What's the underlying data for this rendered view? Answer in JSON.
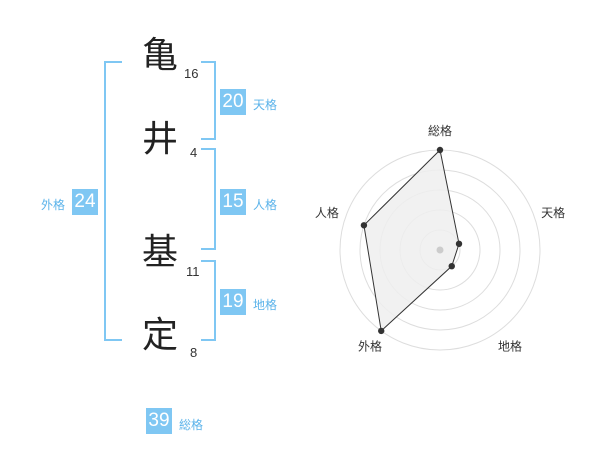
{
  "name_chars": [
    {
      "char": "亀",
      "strokes": "16"
    },
    {
      "char": "井",
      "strokes": "4"
    },
    {
      "char": "基",
      "strokes": "11"
    },
    {
      "char": "定",
      "strokes": "8"
    }
  ],
  "kakusu": {
    "tenkaku": {
      "value": "20",
      "label": "天格"
    },
    "jinkaku": {
      "value": "15",
      "label": "人格"
    },
    "chikaku": {
      "value": "19",
      "label": "地格"
    },
    "gaikaku": {
      "value": "24",
      "label": "外格"
    },
    "soukaku": {
      "value": "39",
      "label": "総格"
    }
  },
  "colors": {
    "accent": "#7fc7f3",
    "label": "#5bb3ea",
    "grid": "#dddddd",
    "fill": "#eeeeee"
  },
  "chart_data": {
    "type": "radar",
    "axes": [
      "総格",
      "天格",
      "地格",
      "外格",
      "人格"
    ],
    "levels": 5,
    "max": 5,
    "values": [
      5,
      1,
      1,
      5,
      4
    ]
  }
}
